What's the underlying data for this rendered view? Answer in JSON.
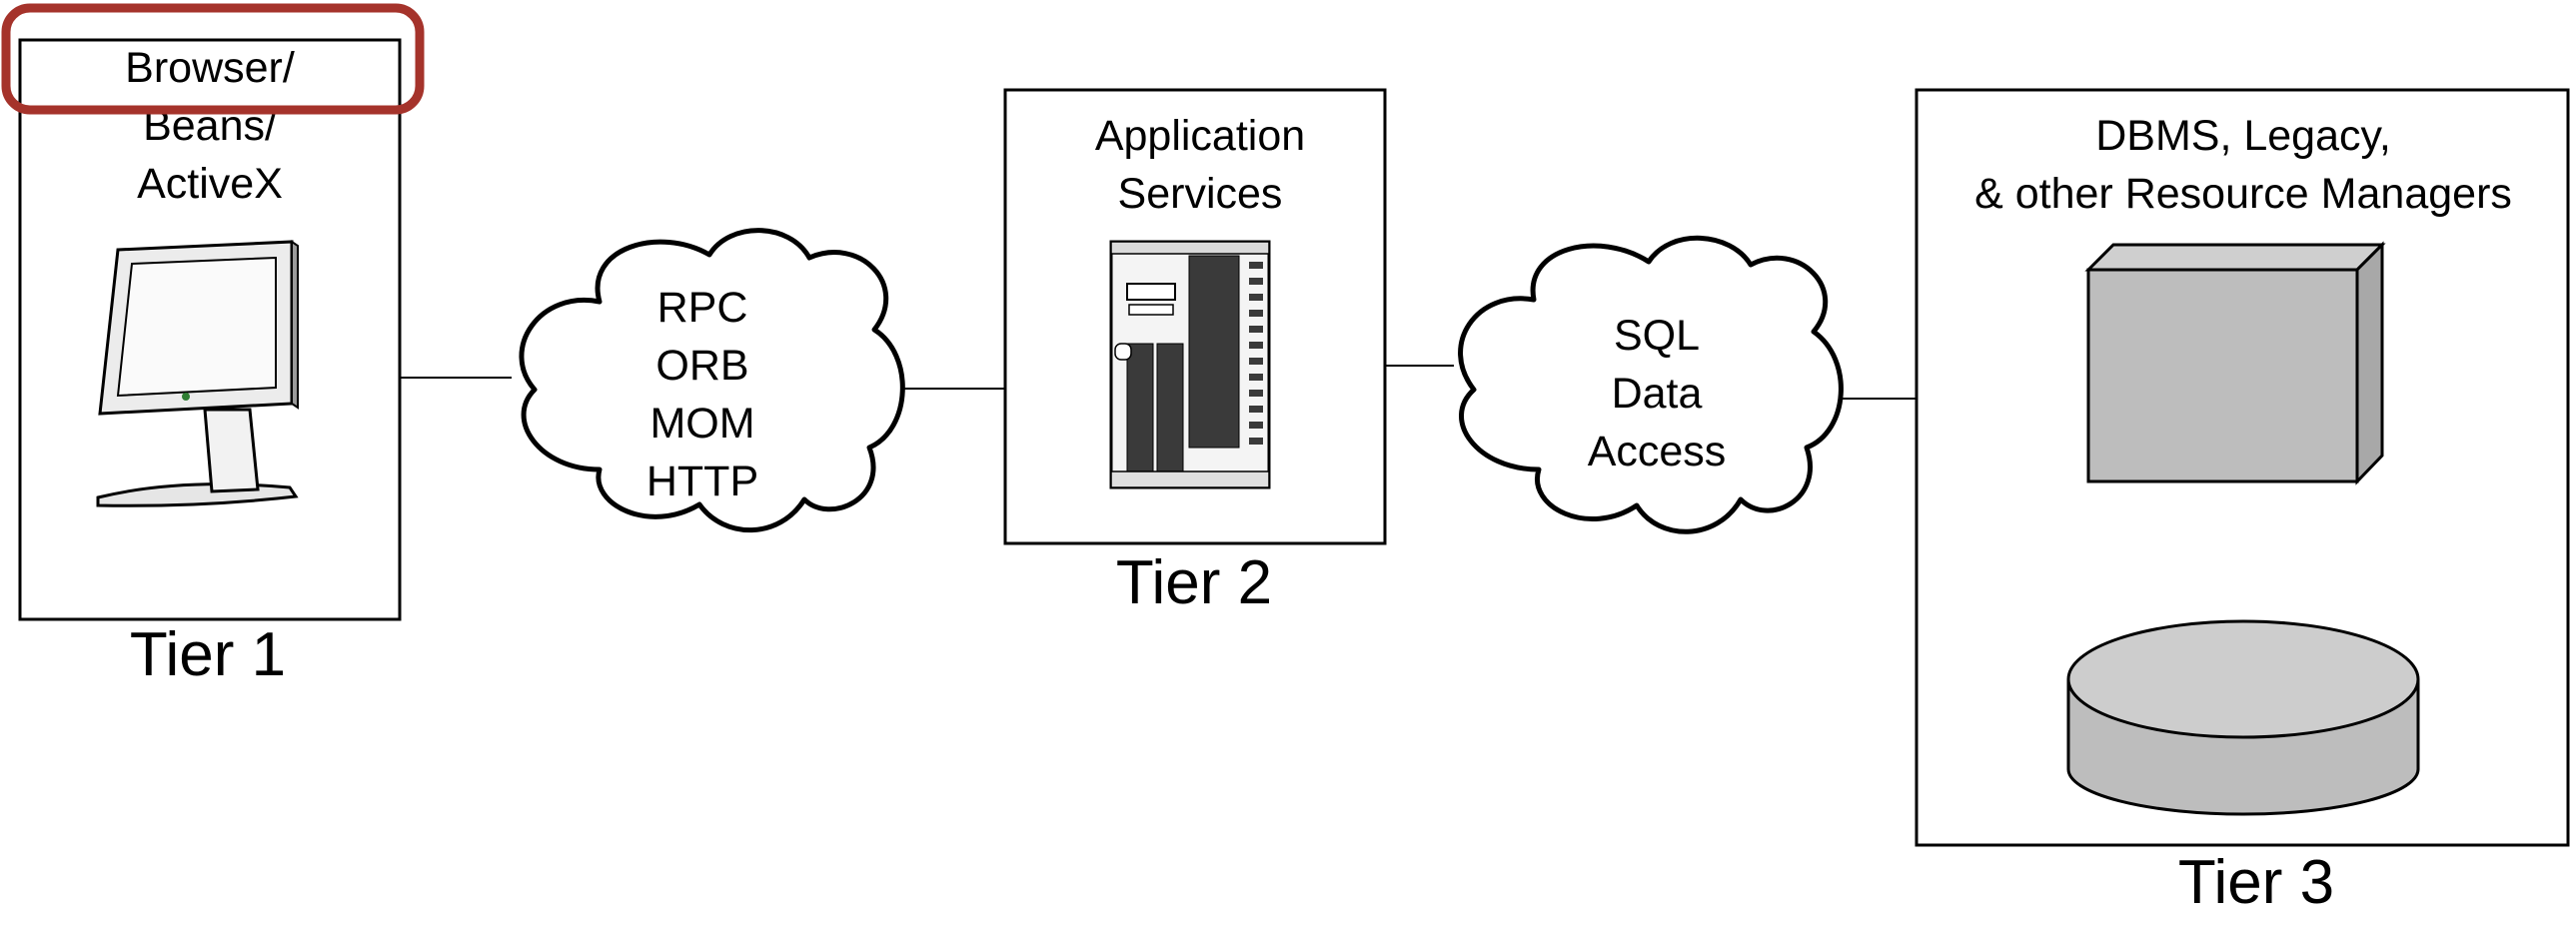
{
  "tiers": [
    {
      "label": "Tier 1",
      "lines": [
        "Browser/",
        "Beans/",
        "ActiveX"
      ]
    },
    {
      "label": "Tier 2",
      "lines": [
        "Application",
        "Services"
      ]
    },
    {
      "label": "Tier 3",
      "lines": [
        "DBMS, Legacy,",
        "& other Resource Managers"
      ]
    }
  ],
  "clouds": [
    {
      "lines": [
        "RPC",
        "ORB",
        "MOM",
        "HTTP"
      ]
    },
    {
      "lines": [
        "SQL",
        "Data",
        "Access"
      ]
    }
  ],
  "colors": {
    "highlight": "#A5332B",
    "db_fill": "#BDBDBD",
    "monitor_frame": "#ECECEC",
    "server_dark": "#3A3A3A"
  },
  "icons": [
    "monitor-icon",
    "server-icon",
    "dbms-box-icon",
    "database-cylinder-icon"
  ]
}
